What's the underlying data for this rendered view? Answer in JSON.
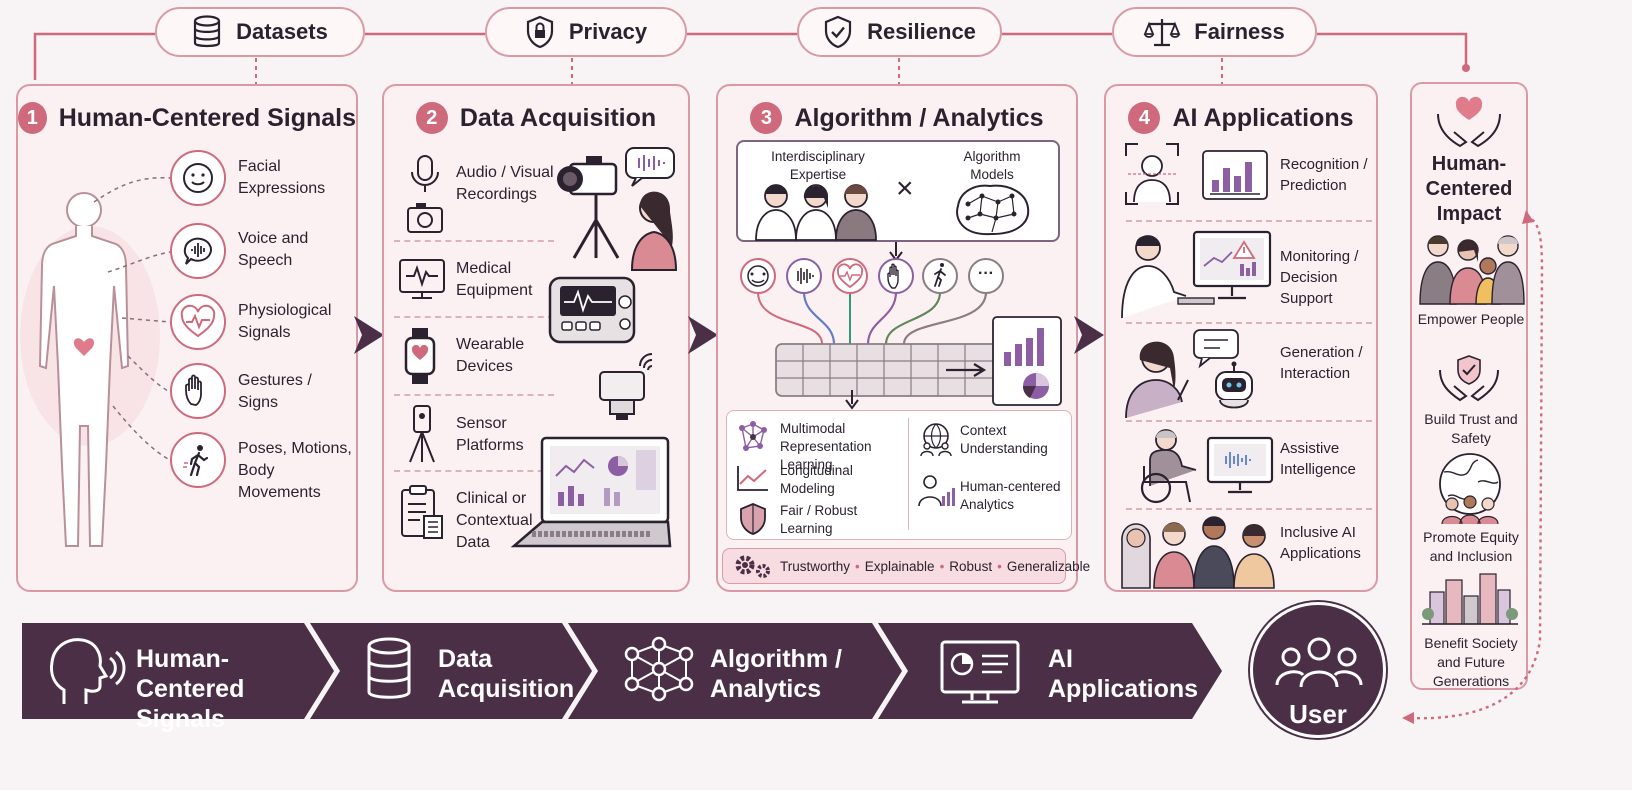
{
  "principles": [
    {
      "label": "Datasets",
      "icon": "database-icon"
    },
    {
      "label": "Privacy",
      "icon": "lock-shield-icon"
    },
    {
      "label": "Resilience",
      "icon": "check-shield-icon"
    },
    {
      "label": "Fairness",
      "icon": "scales-icon"
    }
  ],
  "panel1": {
    "number": "1",
    "title": "Human-Centered Signals",
    "items": [
      "Facial Expressions",
      "Voice and Speech",
      "Physiological Signals",
      "Gestures / Signs",
      "Poses, Motions, Body Movements"
    ]
  },
  "panel2": {
    "number": "2",
    "title": "Data Acquisition",
    "items": [
      "Audio / Visual Recordings",
      "Medical Equipment",
      "Wearable Devices",
      "Sensor Platforms",
      "Clinical or Contextual Data"
    ]
  },
  "panel3": {
    "number": "3",
    "title": "Algorithm / Analytics",
    "expertise": "Interdisciplinary Expertise",
    "times": "×",
    "models": "Algorithm Models",
    "ellipsis": "···",
    "methods": [
      "Multimodal Representation Learning",
      "Longitudinal Modeling",
      "Fair / Robust Learning",
      "Context Understanding",
      "Human-centered Analytics"
    ],
    "qualities": [
      "Trustworthy",
      "Explainable",
      "Robust",
      "Generalizable"
    ],
    "dot": "•"
  },
  "panel4": {
    "number": "4",
    "title": "AI Applications",
    "items": [
      "Recognition / Prediction",
      "Monitoring / Decision Support",
      "Generation / Interaction",
      "Assistive Intelligence",
      "Inclusive AI Applications"
    ]
  },
  "impact": {
    "title": "Human-Centered Impact",
    "items": [
      "Empower People",
      "Build Trust and Safety",
      "Promote Equity and Inclusion",
      "Benefit Society and Future Generations"
    ]
  },
  "pipeline": [
    "Human-Centered Signals",
    "Data Acquisition",
    "Algorithm / Analytics",
    "AI Applications"
  ],
  "user": "User",
  "colors": {
    "accent": "#cf6a7d",
    "dark": "#4a2f46",
    "border": "#d99aa5",
    "panel": "#fbf1f2"
  }
}
